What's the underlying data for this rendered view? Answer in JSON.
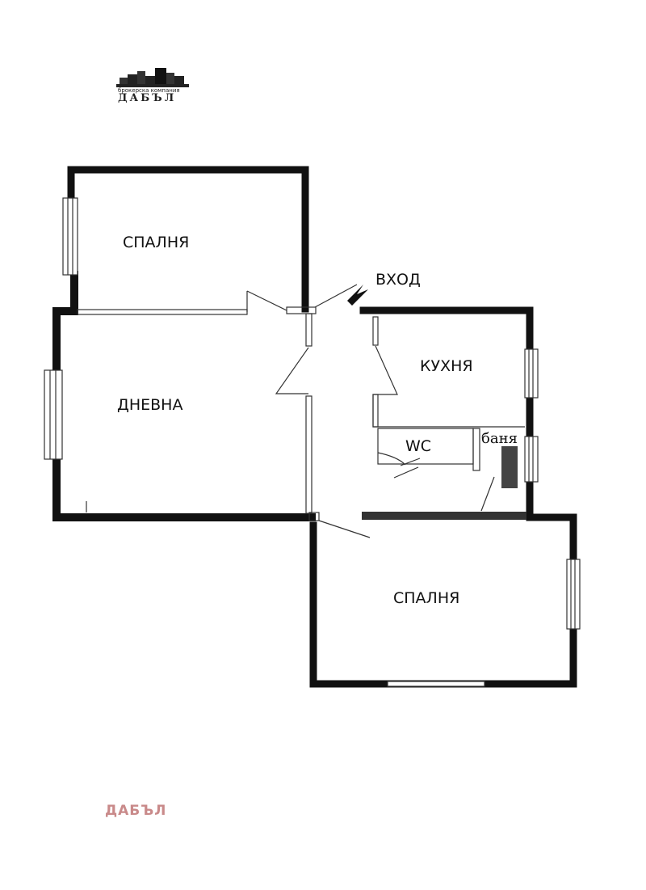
{
  "logo": {
    "subtitle": "брокерска компания",
    "name": "ДАБЪЛ"
  },
  "rooms": {
    "bedroom_top": "СПАЛНЯ",
    "living_room": "ДНЕВНА",
    "entrance": "ВХОД",
    "kitchen": "КУХНЯ",
    "wc": "WC",
    "bathroom": "баня",
    "bedroom_bottom": "СПАЛНЯ"
  },
  "watermark": "ДАБЪЛ",
  "colors": {
    "wall": "#111111",
    "watermark": "#c98a8a",
    "fixture": "#444444"
  }
}
